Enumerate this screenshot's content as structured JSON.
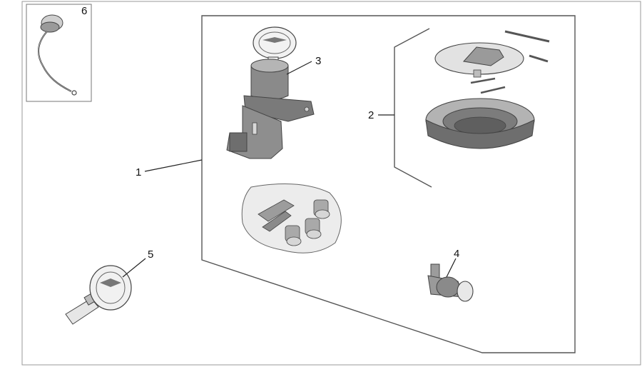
{
  "colors": {
    "frame": "#555555",
    "part_fill": "#8a8a8a",
    "part_dark": "#5e5e5e",
    "part_light": "#c8c8c8",
    "bag_fill": "#e6e6e6"
  },
  "callouts": {
    "c1": "1",
    "c2": "2",
    "c3": "3",
    "c4": "4",
    "c5": "5",
    "c6": "6"
  }
}
